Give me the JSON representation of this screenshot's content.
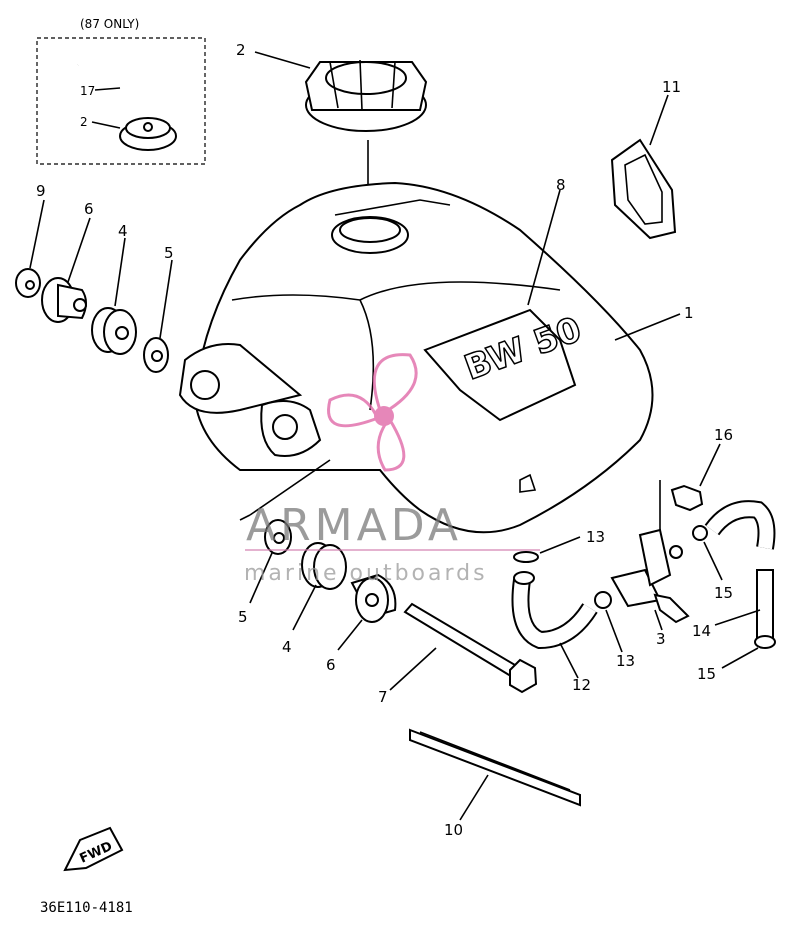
{
  "inset": {
    "title": "(87 ONLY)"
  },
  "callouts": {
    "c1": "1",
    "c2": "2",
    "c2b": "2",
    "c3": "3",
    "c4": "4",
    "c4b": "4",
    "c5": "5",
    "c5b": "5",
    "c6": "6",
    "c6b": "6",
    "c7": "7",
    "c8": "8",
    "c9": "9",
    "c10": "10",
    "c11": "11",
    "c12": "12",
    "c13": "13",
    "c13b": "13",
    "c14": "14",
    "c15": "15",
    "c15b": "15",
    "c16": "16",
    "c17": "17"
  },
  "decal_text": "BW 50",
  "fwd_label": "FWD",
  "part_code": "36E110-4181",
  "watermark": {
    "brand": "ARMADA",
    "tagline": "marine outboards",
    "logo_color": "#e06aa8"
  }
}
